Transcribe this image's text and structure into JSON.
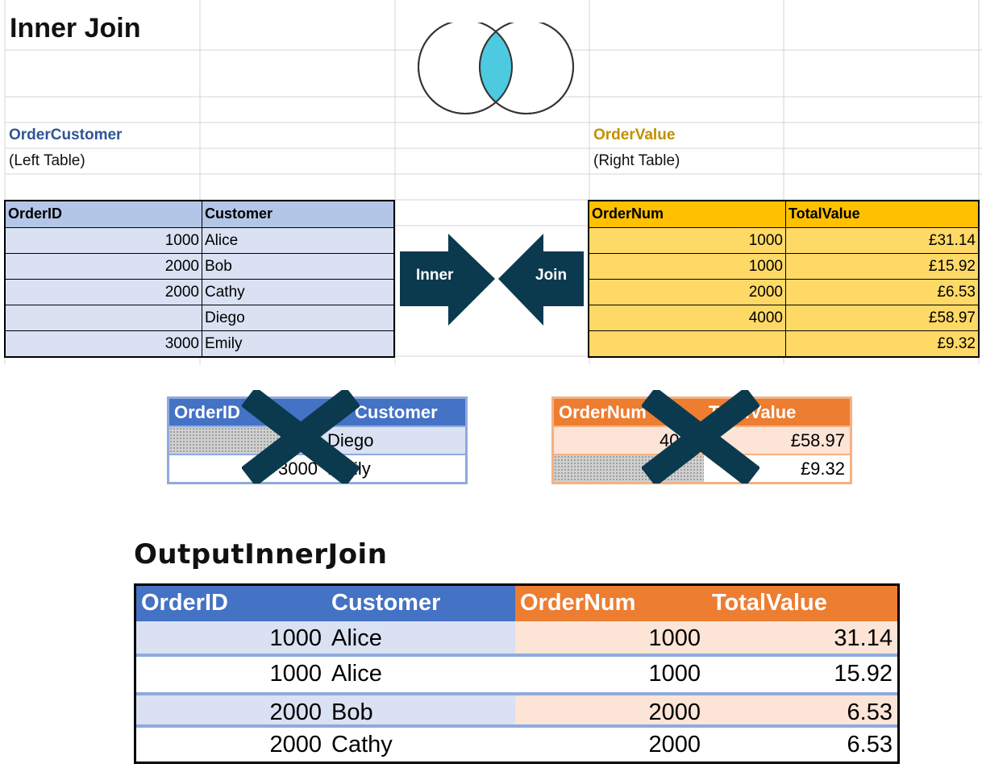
{
  "sheet": {
    "title": "Inner Join",
    "left_table_name": "OrderCustomer",
    "left_table_note": "(Left Table)",
    "right_table_name": "OrderValue",
    "right_table_note": "(Right Table)"
  },
  "left_table": {
    "headers": [
      "OrderID",
      "Customer"
    ],
    "rows": [
      [
        "1000",
        "Alice"
      ],
      [
        "2000",
        "Bob"
      ],
      [
        "2000",
        "Cathy"
      ],
      [
        "",
        "Diego"
      ],
      [
        "3000",
        "Emily"
      ]
    ]
  },
  "right_table": {
    "headers": [
      "OrderNum",
      "TotalValue"
    ],
    "rows": [
      [
        "1000",
        "£31.14"
      ],
      [
        "1000",
        "£15.92"
      ],
      [
        "2000",
        "£6.53"
      ],
      [
        "4000",
        "£58.97"
      ],
      [
        "",
        "£9.32"
      ]
    ]
  },
  "arrows": {
    "left_label": "Inner",
    "right_label": "Join"
  },
  "unmatched_left": {
    "headers": [
      "OrderID",
      "Customer"
    ],
    "rows": [
      [
        "",
        "Diego"
      ],
      [
        "3000",
        "Emily"
      ]
    ]
  },
  "unmatched_right": {
    "headers": [
      "OrderNum",
      "TotalValue"
    ],
    "rows": [
      [
        "4000",
        "£58.97"
      ],
      [
        "",
        "£9.32"
      ]
    ]
  },
  "output": {
    "title": "OutputInnerJoin",
    "headers": [
      "OrderID",
      "Customer",
      "OrderNum",
      "TotalValue"
    ],
    "rows": [
      [
        "1000",
        "Alice",
        "1000",
        "31.14"
      ],
      [
        "1000",
        "Alice",
        "1000",
        "15.92"
      ],
      [
        "2000",
        "Bob",
        "2000",
        "6.53"
      ],
      [
        "2000",
        "Cathy",
        "2000",
        "6.53"
      ]
    ]
  },
  "colors": {
    "left_header": "#b4c6e7",
    "left_row": "#d9e1f2",
    "right_header": "#ffc000",
    "right_row": "#ffd966",
    "blue": "#4472c4",
    "orange": "#ed7d31",
    "venn_overlap": "#4dc9e0",
    "arrow": "#0b3a4e"
  }
}
